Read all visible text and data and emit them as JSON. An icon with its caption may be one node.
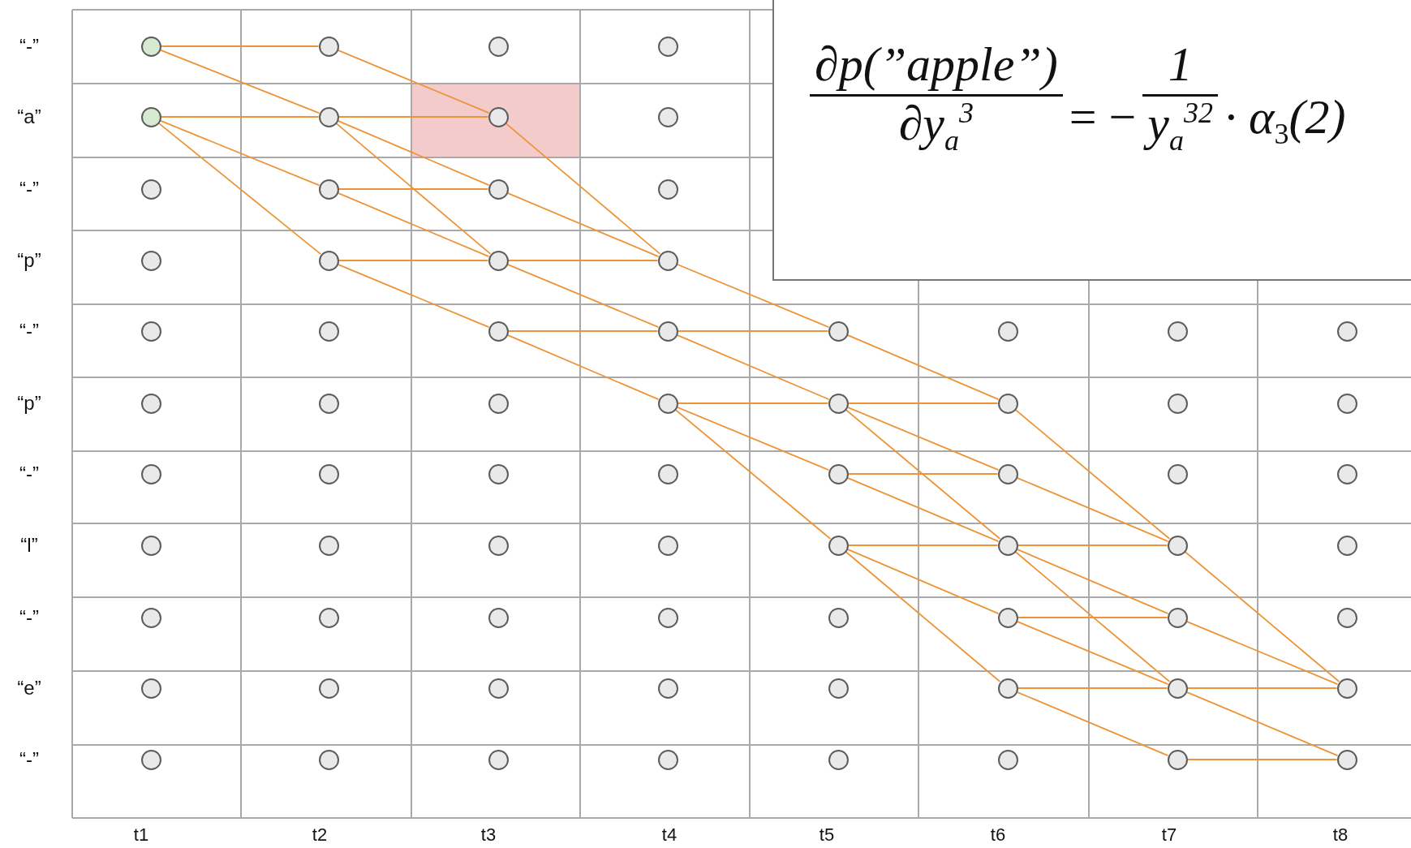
{
  "diagram": {
    "nodes": [
      {
        "text": [
          "∂p(”apple”)",
          "∂y$_{a}$$^{3}$",
          "= −",
          "1",
          "y$_{a}$$^{3}$$^{2}$",
          "· α$_{3}$(2)"
        ]
      },
      {
        "text": [],
        "shape": "circle"
      },
      {
        "text": [],
        "shape": "circle"
      },
      {
        "text": [],
        "shape": "circle"
      },
      {
        "text": [],
        "shape": "circle"
      },
      {
        "text": [],
        "shape": "circle"
      },
      {
        "text": [],
        "shape": "circle"
      },
      {
        "text": [],
        "shape": "circle"
      },
      {
        "text": [],
        "shape": "circle"
      },
      {
        "text": [],
        "shape": "circle"
      },
      {
        "text": [],
        "shape": "circle"
      },
      {
        "text": [],
        "shape": "circle"
      },
      {
        "text": [],
        "shape": "circle"
      },
      {
        "text": [],
        "shape": "circle"
      },
      {
        "text": [],
        "shape": "circle"
      },
      {
        "text": [],
        "shape": "circle"
      },
      {
        "text": [],
        "shape": "circle"
      },
      {
        "text": [],
        "shape": "circle"
      },
      {
        "text": [],
        "shape": "circle"
      },
      {
        "text": [],
        "shape": "circle"
      },
      {
        "text": [],
        "shape": "circle"
      },
      {
        "text": [],
        "shape": "circle"
      },
      {
        "text": [],
        "shape": "circle"
      },
      {
        "text": [],
        "shape": "circle"
      },
      {
        "text": [],
        "shape": "circle"
      },
      {
        "text": [],
        "shape": "circle"
      },
      {
        "text": [],
        "shape": "circle"
      },
      {
        "text": [],
        "shape": "circle"
      },
      {
        "text": [],
        "shape": "circle"
      },
      {
        "text": [],
        "shape": "circle"
      },
      {
        "text": [],
        "shape": "circle"
      },
      {
        "text": [],
        "shape": "circle"
      },
      {
        "text": [],
        "shape": "circle"
      },
      {
        "text": [],
        "shape": "circle"
      },
      {
        "text": [],
        "shape": "circle"
      },
      {
        "text": [],
        "shape": "circle"
      },
      {
        "text": [],
        "shape": "circle"
      },
      {
        "text": [],
        "shape": "circle"
      },
      {
        "text": [],
        "shape": "circle"
      },
      {
        "text": [],
        "shape": "circle"
      },
      {
        "text": [],
        "shape": "circle"
      },
      {
        "text": [],
        "shape": "circle"
      },
      {
        "text": [],
        "shape": "circle"
      },
      {
        "text": [],
        "shape": "circle"
      },
      {
        "text": [],
        "shape": "circle"
      },
      {
        "text": [],
        "shape": "circle"
      },
      {
        "text": [],
        "shape": "circle"
      },
      {
        "text": [],
        "shape": "circle"
      },
      {
        "text": [],
        "shape": "circle"
      },
      {
        "text": [],
        "shape": "circle"
      },
      {
        "text": [],
        "shape": "circle"
      },
      {
        "text": [],
        "shape": "circle"
      },
      {
        "text": [],
        "shape": "circle"
      },
      {
        "text": [],
        "shape": "circle"
      },
      {
        "text": [],
        "shape": "circle"
      },
      {
        "text": [],
        "shape": "circle"
      },
      {
        "text": [],
        "shape": "circle"
      },
      {
        "text": [],
        "shape": "circle"
      },
      {
        "text": [],
        "shape": "circle"
      },
      {
        "text": [],
        "shape": "circle"
      },
      {
        "text": [],
        "shape": "circle"
      },
      {
        "text": [],
        "shape": "circle"
      },
      {
        "text": [],
        "shape": "circle"
      },
      {
        "text": [],
        "shape": "circle"
      },
      {
        "text": [],
        "shape": "circle"
      },
      {
        "text": [],
        "shape": "circle"
      },
      {
        "text": [],
        "shape": "circle"
      },
      {
        "text": [],
        "shape": "circle"
      },
      {
        "text": [],
        "shape": "circle"
      },
      {
        "text": [],
        "shape": "circle"
      },
      {
        "text": [],
        "shape": "circle"
      },
      {
        "text": [],
        "shape": "circle"
      },
      {
        "text": [],
        "shape": "circle"
      }
    ],
    "edges": [
      {
        "from": 1,
        "to": 2,
        "arrow": "none"
      },
      {
        "from": 1,
        "to": 6,
        "arrow": "none"
      },
      {
        "from": 5,
        "to": 6,
        "arrow": "none"
      },
      {
        "from": 5,
        "to": 10,
        "arrow": "none"
      },
      {
        "from": 5,
        "to": 14,
        "arrow": "none"
      },
      {
        "from": 2,
        "to": 7,
        "arrow": "none"
      },
      {
        "from": 6,
        "to": 7,
        "arrow": "none"
      },
      {
        "from": 6,
        "to": 11,
        "arrow": "none"
      },
      {
        "from": 6,
        "to": 15,
        "arrow": "none"
      },
      {
        "from": 10,
        "to": 11,
        "arrow": "none"
      },
      {
        "from": 10,
        "to": 15,
        "arrow": "none"
      },
      {
        "from": 14,
        "to": 15,
        "arrow": "none"
      },
      {
        "from": 14,
        "to": 19,
        "arrow": "none"
      },
      {
        "from": 7,
        "to": 16,
        "arrow": "none"
      },
      {
        "from": 11,
        "to": 16,
        "arrow": "none"
      },
      {
        "from": 15,
        "to": 16,
        "arrow": "none"
      },
      {
        "from": 15,
        "to": 20,
        "arrow": "none"
      },
      {
        "from": 19,
        "to": 20,
        "arrow": "none"
      },
      {
        "from": 19,
        "to": 28,
        "arrow": "none"
      },
      {
        "from": 16,
        "to": 21,
        "arrow": "none"
      },
      {
        "from": 20,
        "to": 21,
        "arrow": "none"
      },
      {
        "from": 20,
        "to": 29,
        "arrow": "none"
      },
      {
        "from": 28,
        "to": 29,
        "arrow": "none"
      },
      {
        "from": 28,
        "to": 37,
        "arrow": "none"
      },
      {
        "from": 28,
        "to": 45,
        "arrow": "none"
      },
      {
        "from": 21,
        "to": 30,
        "arrow": "none"
      },
      {
        "from": 29,
        "to": 30,
        "arrow": "none"
      },
      {
        "from": 29,
        "to": 38,
        "arrow": "none"
      },
      {
        "from": 29,
        "to": 46,
        "arrow": "none"
      },
      {
        "from": 37,
        "to": 38,
        "arrow": "none"
      },
      {
        "from": 37,
        "to": 46,
        "arrow": "none"
      },
      {
        "from": 45,
        "to": 46,
        "arrow": "none"
      },
      {
        "from": 45,
        "to": 54,
        "arrow": "none"
      },
      {
        "from": 45,
        "to": 62,
        "arrow": "none"
      },
      {
        "from": 30,
        "to": 47,
        "arrow": "none"
      },
      {
        "from": 38,
        "to": 47,
        "arrow": "none"
      },
      {
        "from": 46,
        "to": 47,
        "arrow": "none"
      },
      {
        "from": 46,
        "to": 55,
        "arrow": "none"
      },
      {
        "from": 46,
        "to": 63,
        "arrow": "none"
      },
      {
        "from": 54,
        "to": 55,
        "arrow": "none"
      },
      {
        "from": 54,
        "to": 63,
        "arrow": "none"
      },
      {
        "from": 62,
        "to": 63,
        "arrow": "none"
      },
      {
        "from": 62,
        "to": 71,
        "arrow": "none"
      },
      {
        "from": 47,
        "to": 64,
        "arrow": "none"
      },
      {
        "from": 55,
        "to": 64,
        "arrow": "none"
      },
      {
        "from": 63,
        "to": 64,
        "arrow": "none"
      },
      {
        "from": 63,
        "to": 72,
        "arrow": "none"
      },
      {
        "from": 71,
        "to": 72,
        "arrow": "none"
      }
    ],
    "labels": [
      "“-”",
      "“a”",
      "“-”",
      "“p”",
      "“-”",
      "“p”",
      "“-”",
      "“l”",
      "“-”",
      "“e”",
      "“-”",
      "t1",
      "t2",
      "t3",
      "t4",
      "t5",
      "t6",
      "t7",
      "t8"
    ]
  }
}
